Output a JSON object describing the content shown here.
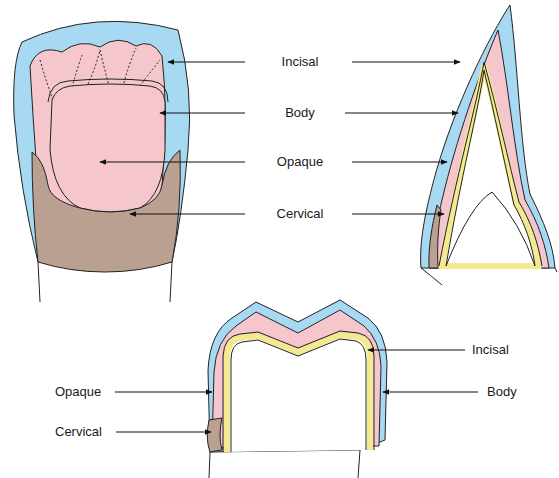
{
  "diagram": {
    "labels": [
      "Incisal",
      "Body",
      "Opaque",
      "Cervical",
      "Incisal",
      "Opaque",
      "Body",
      "Cervical"
    ]
  }
}
